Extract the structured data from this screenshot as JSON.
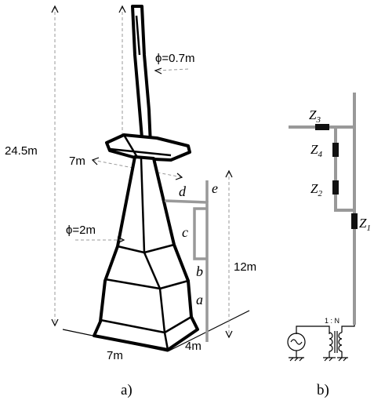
{
  "panel_a": {
    "caption": "a)",
    "height_label": "24.5m",
    "top_diameter_label": "ϕ=0.7m",
    "platform_width_label": "7m",
    "base_diameter_label": "ϕ=2m",
    "base_width_label": "7m",
    "base_depth_label": "4m",
    "conductor_height_label": "12m",
    "segments": [
      "a",
      "b",
      "c",
      "d",
      "e"
    ]
  },
  "panel_b": {
    "caption": "b)",
    "impedances": [
      {
        "base": "Z",
        "sub": "3"
      },
      {
        "base": "Z",
        "sub": "4"
      },
      {
        "base": "Z",
        "sub": "2"
      },
      {
        "base": "Z",
        "sub": "1"
      }
    ],
    "transformer_ratio": "1 : N"
  }
}
